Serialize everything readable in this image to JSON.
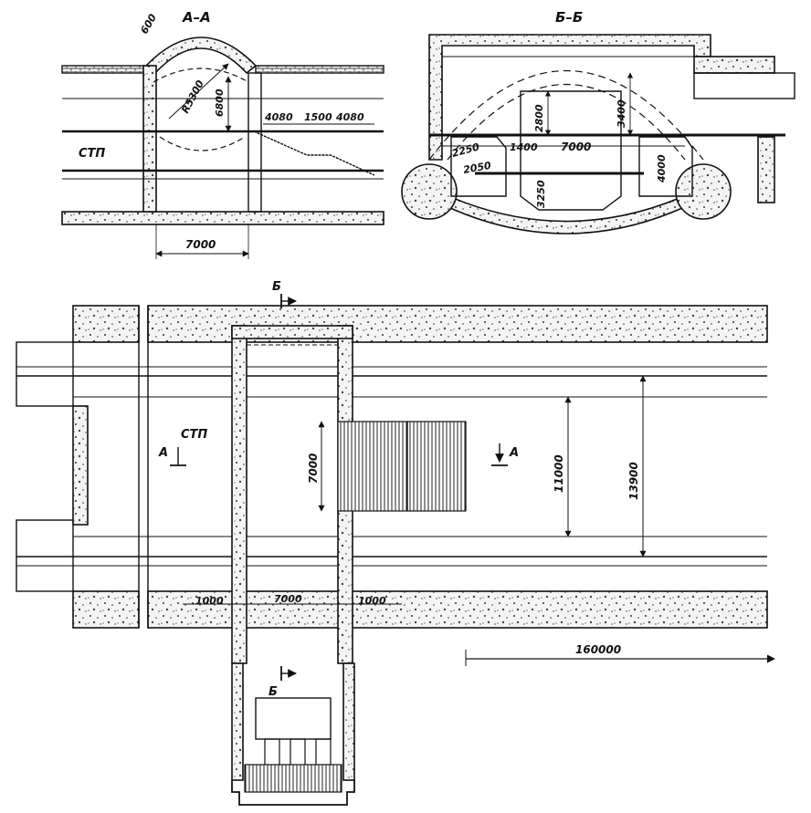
{
  "sections": {
    "aa": {
      "title": "А–А",
      "label_station": "СТП",
      "dims": {
        "thickness": "600",
        "radius": "R5300",
        "height": "6800",
        "stair_a": "4080",
        "stair_b": "1500",
        "stair_c": "4080",
        "width": "7000"
      }
    },
    "bb": {
      "title": "Б–Б",
      "dims": {
        "left_width": "2250",
        "gap": "1400",
        "mid_width": "7000",
        "left_low": "2050",
        "mid_height": "2800",
        "right_height": "3400",
        "right_vert": "4000",
        "low_vert": "3250"
      }
    }
  },
  "plan": {
    "label_station": "СТП",
    "cut_a_left": "А",
    "cut_a_right": "А",
    "cut_b_top": "Б",
    "cut_b_bottom": "Б",
    "dims": {
      "hall_length": "7000",
      "inner_width": "11000",
      "outer_width": "13900",
      "wall_left": "1000",
      "passage_width": "7000",
      "wall_right": "1000",
      "platform_length": "160000"
    }
  }
}
